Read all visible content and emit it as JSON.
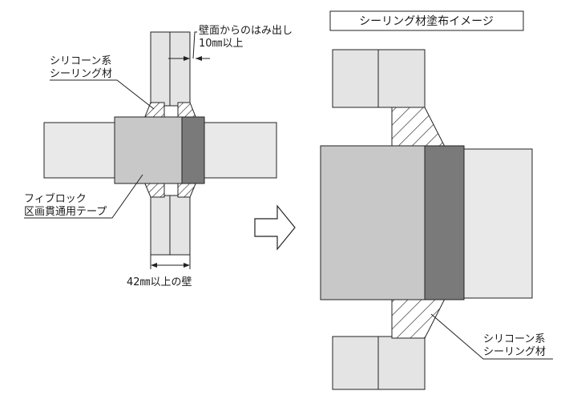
{
  "left": {
    "callout_protrusion_line1": "壁面からのはみ出し",
    "callout_protrusion_line2": "10㎜以上",
    "sealant_line1": "シリコーン系",
    "sealant_line2": "シーリング材",
    "tape_line1": "フィブロック",
    "tape_line2": "区画貫通用テープ",
    "wall_thickness": "42㎜以上の壁"
  },
  "right": {
    "title": "シーリング材塗布イメージ",
    "sealant_line1": "シリコーン系",
    "sealant_line2": "シーリング材"
  },
  "colors": {
    "pipe_fill": "#e9e9e9",
    "tape_fill": "#c8c8c8",
    "tape_dark": "#7a7a7a",
    "wall_fill": "#e4e4e4",
    "stroke": "#222222"
  },
  "icons": {
    "arrow": "hollow-right-arrow-icon",
    "dimension": "double-headed-arrow-icon"
  }
}
